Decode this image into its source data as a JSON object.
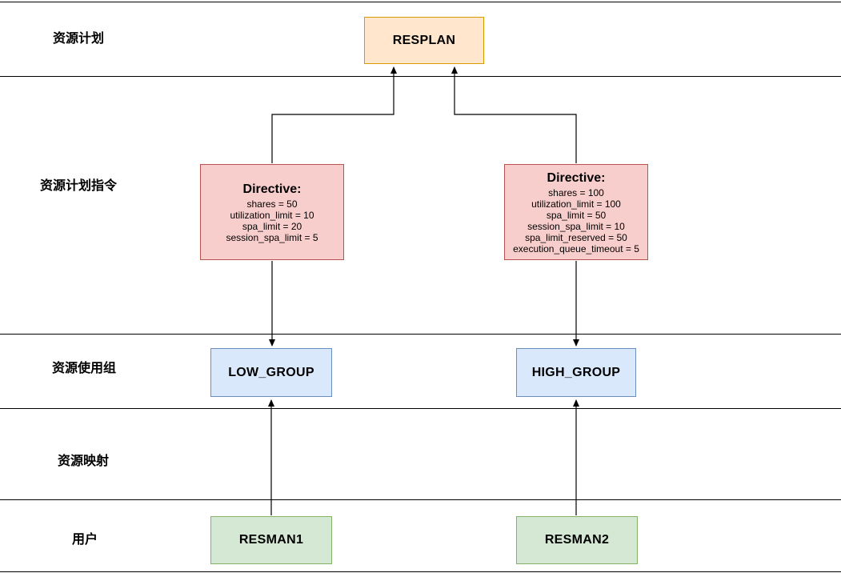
{
  "diagram": {
    "type": "swimlane-hierarchy",
    "bands": [
      {
        "label": "资源计划"
      },
      {
        "label": "资源计划指令"
      },
      {
        "label": "资源使用组"
      },
      {
        "label": "资源映射"
      },
      {
        "label": "用户"
      }
    ],
    "nodes": {
      "resplan": {
        "label": "RESPLAN",
        "fill": "#ffe6cc",
        "stroke": "#d79b00"
      },
      "directive_low": {
        "title": "Directive:",
        "lines": [
          "shares = 50",
          "utilization_limit = 10",
          "spa_limit = 20",
          "session_spa_limit = 5"
        ],
        "fill": "#f8cecc",
        "stroke": "#b85450"
      },
      "directive_high": {
        "title": "Directive:",
        "lines": [
          "shares = 100",
          "utilization_limit = 100",
          "spa_limit = 50",
          "session_spa_limit = 10",
          "spa_limit_reserved = 50",
          "execution_queue_timeout = 5"
        ],
        "fill": "#f8cecc",
        "stroke": "#b85450"
      },
      "low_group": {
        "label": "LOW_GROUP",
        "fill": "#dae8fc",
        "stroke": "#6c8ebf"
      },
      "high_group": {
        "label": "HIGH_GROUP",
        "fill": "#dae8fc",
        "stroke": "#6c8ebf"
      },
      "resman1": {
        "label": "RESMAN1",
        "fill": "#d5e8d4",
        "stroke": "#82b366"
      },
      "resman2": {
        "label": "RESMAN2",
        "fill": "#d5e8d4",
        "stroke": "#82b366"
      }
    },
    "edges": [
      {
        "from": "directive_low",
        "to": "resplan",
        "style": "elbow-arrow-up"
      },
      {
        "from": "directive_high",
        "to": "resplan",
        "style": "elbow-arrow-up"
      },
      {
        "from": "directive_low",
        "to": "low_group",
        "style": "arrow-down"
      },
      {
        "from": "directive_high",
        "to": "high_group",
        "style": "arrow-down"
      },
      {
        "from": "resman1",
        "to": "low_group",
        "style": "arrow-up"
      },
      {
        "from": "resman2",
        "to": "high_group",
        "style": "arrow-up"
      }
    ],
    "colors": {
      "lane_line": "#000000",
      "connector": "#000000",
      "text": "#000000",
      "background": "#ffffff"
    }
  }
}
